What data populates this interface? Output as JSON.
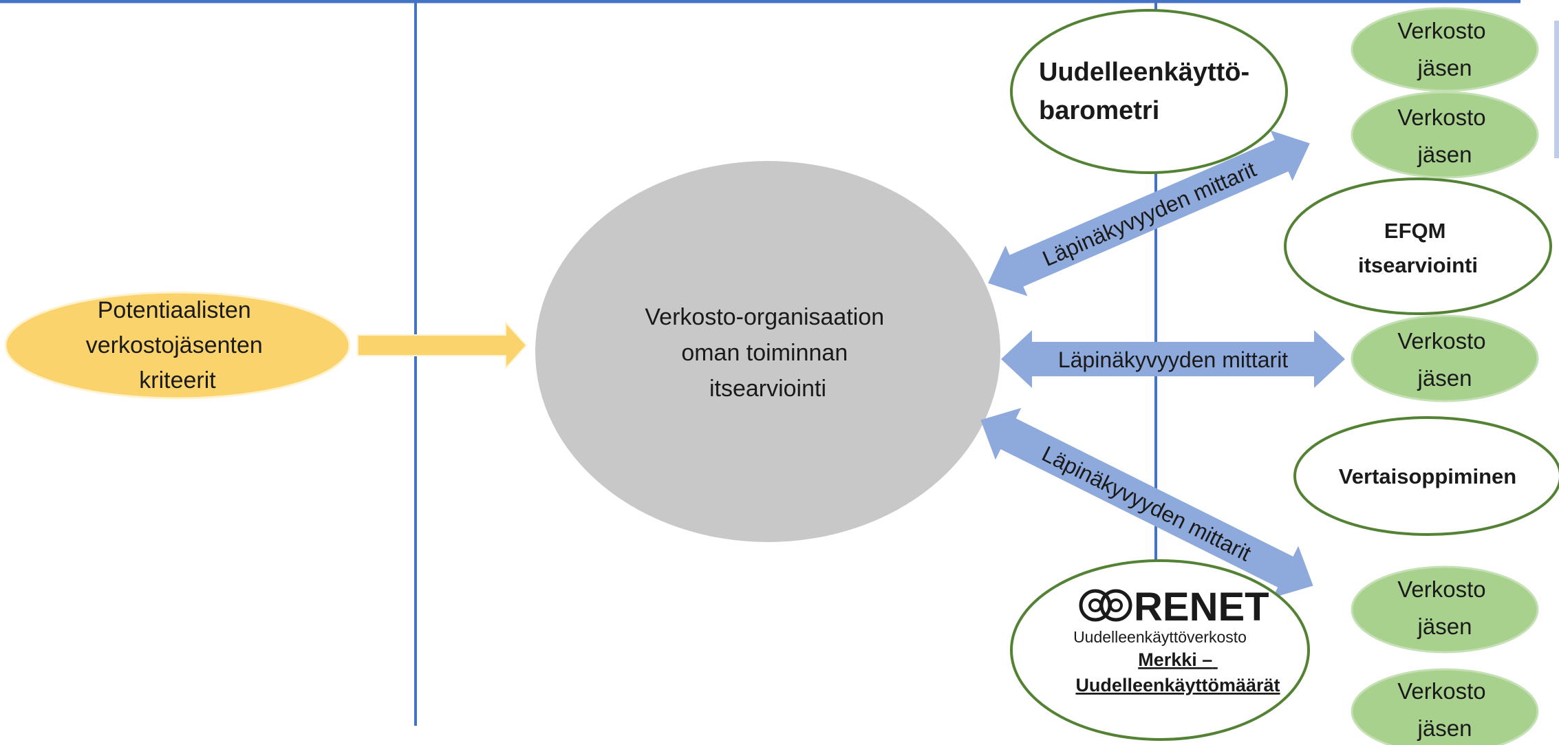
{
  "colors": {
    "frame_line": "#4472c4",
    "potential_fill": "#fbd36d",
    "potential_arrow": "#fbd36d",
    "center_fill": "#c8c8c8",
    "tool_outline": "#548235",
    "member_fill": "#a9d18e",
    "transparency_arrow": "#8ea9db",
    "text": "#1a1a1a"
  },
  "potential_criteria": {
    "lines": [
      "Potentiaalisten",
      "verkostojäsenten",
      "kriteerit"
    ]
  },
  "center": {
    "lines": [
      "Verkosto-organisaation",
      "oman toiminnan",
      "itsearviointi"
    ]
  },
  "transparency_arrows": [
    {
      "label": "Läpinäkyvyyden mittarit"
    },
    {
      "label": "Läpinäkyvyyden mittarit"
    },
    {
      "label": "Läpinäkyvyyden mittarit"
    }
  ],
  "tools": {
    "barometer": {
      "lines": [
        "Uudelleenkäyttö-",
        "barometri"
      ]
    },
    "efqm": {
      "lines": [
        "EFQM",
        "itsearviointi"
      ]
    },
    "peer_learning": {
      "label": "Vertaisoppiminen"
    },
    "renet": {
      "logo_text": "RENET",
      "logo_subtitle": "Uudelleenkäyttöverkosto",
      "badge_lines": [
        "Merkki –",
        "Uudelleenkäyttömäärät"
      ]
    }
  },
  "network_members": [
    {
      "lines": [
        "Verkosto",
        "jäsen"
      ]
    },
    {
      "lines": [
        "Verkosto",
        "jäsen"
      ]
    },
    {
      "lines": [
        "Verkosto",
        "jäsen"
      ]
    },
    {
      "lines": [
        "Verkosto",
        "jäsen"
      ]
    },
    {
      "lines": [
        "Verkosto",
        "jäsen"
      ]
    }
  ]
}
